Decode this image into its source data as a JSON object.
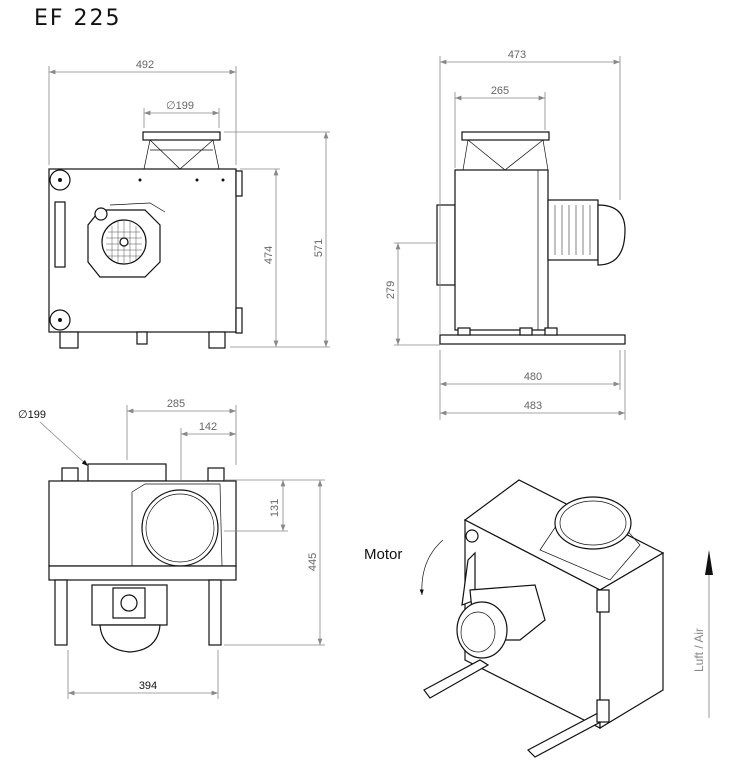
{
  "title": "EF 225",
  "front_view": {
    "width": "492",
    "outlet_diameter": "∅199",
    "body_height": "474",
    "total_height": "571"
  },
  "side_view": {
    "top_width": "473",
    "outlet_width": "265",
    "inlet_height": "279",
    "base_width": "480",
    "total_width": "483"
  },
  "bottom_view": {
    "inlet_diameter": "∅199",
    "inlet_offset": "285",
    "outlet_offset": "142",
    "outlet_depth": "131",
    "height": "445",
    "leg_spacing": "394"
  },
  "iso_view": {
    "motor_label": "Motor",
    "airflow_label": "Luft / Air"
  }
}
